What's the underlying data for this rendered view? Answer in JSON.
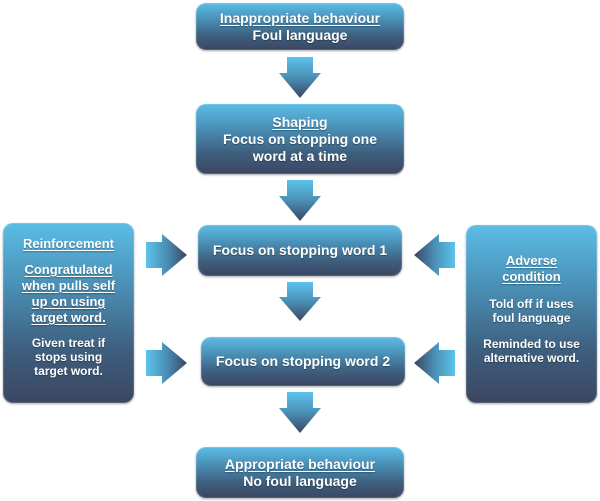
{
  "flow": {
    "inappropriate": {
      "title": "Inappropriate behaviour",
      "text": "Foul language"
    },
    "shaping": {
      "title": "Shaping",
      "line1": "Focus on stopping one",
      "line2": "word at a time"
    },
    "word1": {
      "text": "Focus on stopping word 1"
    },
    "word2": {
      "text": "Focus on stopping word 2"
    },
    "appropriate": {
      "title": "Appropriate behaviour",
      "text": "No foul language"
    }
  },
  "reinforcement": {
    "title": "Reinforcement",
    "underlined_lines": [
      "Congratulated",
      "when pulls self",
      "up on using",
      "target word."
    ],
    "plain_lines": [
      "Given treat if",
      "stops using",
      "target word."
    ]
  },
  "adverse": {
    "title_lines": [
      "Adverse",
      "condition"
    ],
    "para1_lines": [
      "Told off if uses",
      "foul language"
    ],
    "para2_lines": [
      "Reminded to use",
      "alternative word."
    ]
  },
  "colors": {
    "box_top": "#5bbde6",
    "box_bottom": "#3b4662",
    "arrow_light": "#5bbde6",
    "arrow_dark": "#3b4662",
    "text": "#ffffff"
  }
}
